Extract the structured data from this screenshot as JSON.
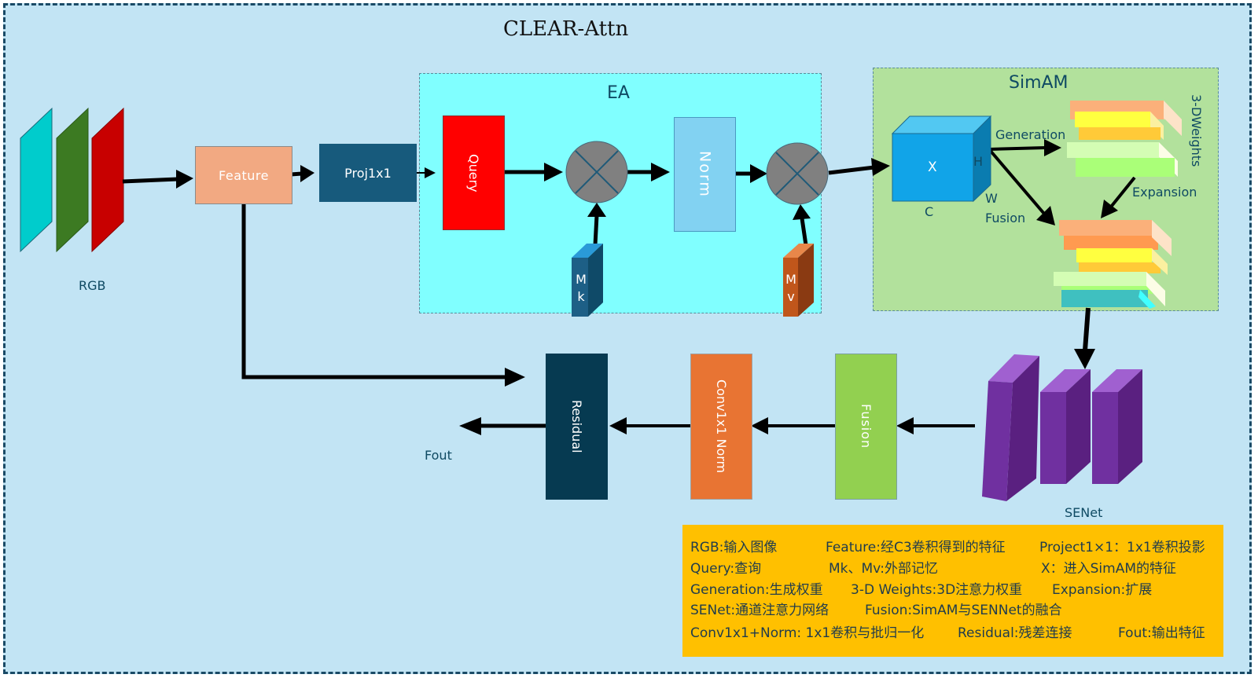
{
  "title": "CLEAR-Attn",
  "input": {
    "label": "RGB",
    "channel_colors": [
      "#00cccc",
      "#3c7a22",
      "#c80000"
    ]
  },
  "blocks": {
    "feature": {
      "label": "Feature",
      "color": "#f2a982"
    },
    "proj": {
      "label": "Proj1x1",
      "color": "#175a7c"
    },
    "query": {
      "label": "Query",
      "color": "#ff0000"
    },
    "norm": {
      "label": "Norm",
      "color": "#82d2f2"
    },
    "mk": {
      "line1": "M",
      "line2": "k",
      "color": "#1d5f86"
    },
    "mv": {
      "line1": "M",
      "line2": "v",
      "color": "#c0561b"
    },
    "residual": {
      "label": "Residual",
      "color": "#063a51"
    },
    "conv_norm": {
      "label": "Conv1x1 Norm",
      "color": "#e87433"
    },
    "fusion": {
      "label": "Fusion",
      "color": "#92d050"
    }
  },
  "ea": {
    "title": "EA",
    "color": "#80ffff"
  },
  "simam": {
    "title": "SimAM",
    "color": "#b2e19c",
    "cube": {
      "label": "X",
      "h": "H",
      "w": "W",
      "c": "C",
      "color": "#11a4e8"
    },
    "generation": "Generation",
    "weights": "3-DWeights",
    "expansion": "Expansion",
    "fusion": "Fusion"
  },
  "senet": {
    "label": "SENet",
    "color": "#7030a0"
  },
  "output": {
    "label": "Fout"
  },
  "legend": {
    "color": "#ffc000",
    "rows": [
      [
        "RGB:输入图像",
        "Feature:经C3卷积得到的特征",
        "Project1×1：1x1卷积投影"
      ],
      [
        "Query:查询",
        "Mk、Mv:外部记忆",
        "X：进入SimAM的特征"
      ],
      [
        "Generation:生成权重",
        "3-D Weights:3D注意力权重",
        "Expansion:扩展"
      ],
      [
        "SENet:通道注意力网络",
        "Fusion:SimAM与SENNet的融合"
      ],
      [
        "Conv1x1+Norm: 1x1卷积与批归一化",
        "Residual:残差连接",
        "Fout:输出特征"
      ]
    ]
  }
}
